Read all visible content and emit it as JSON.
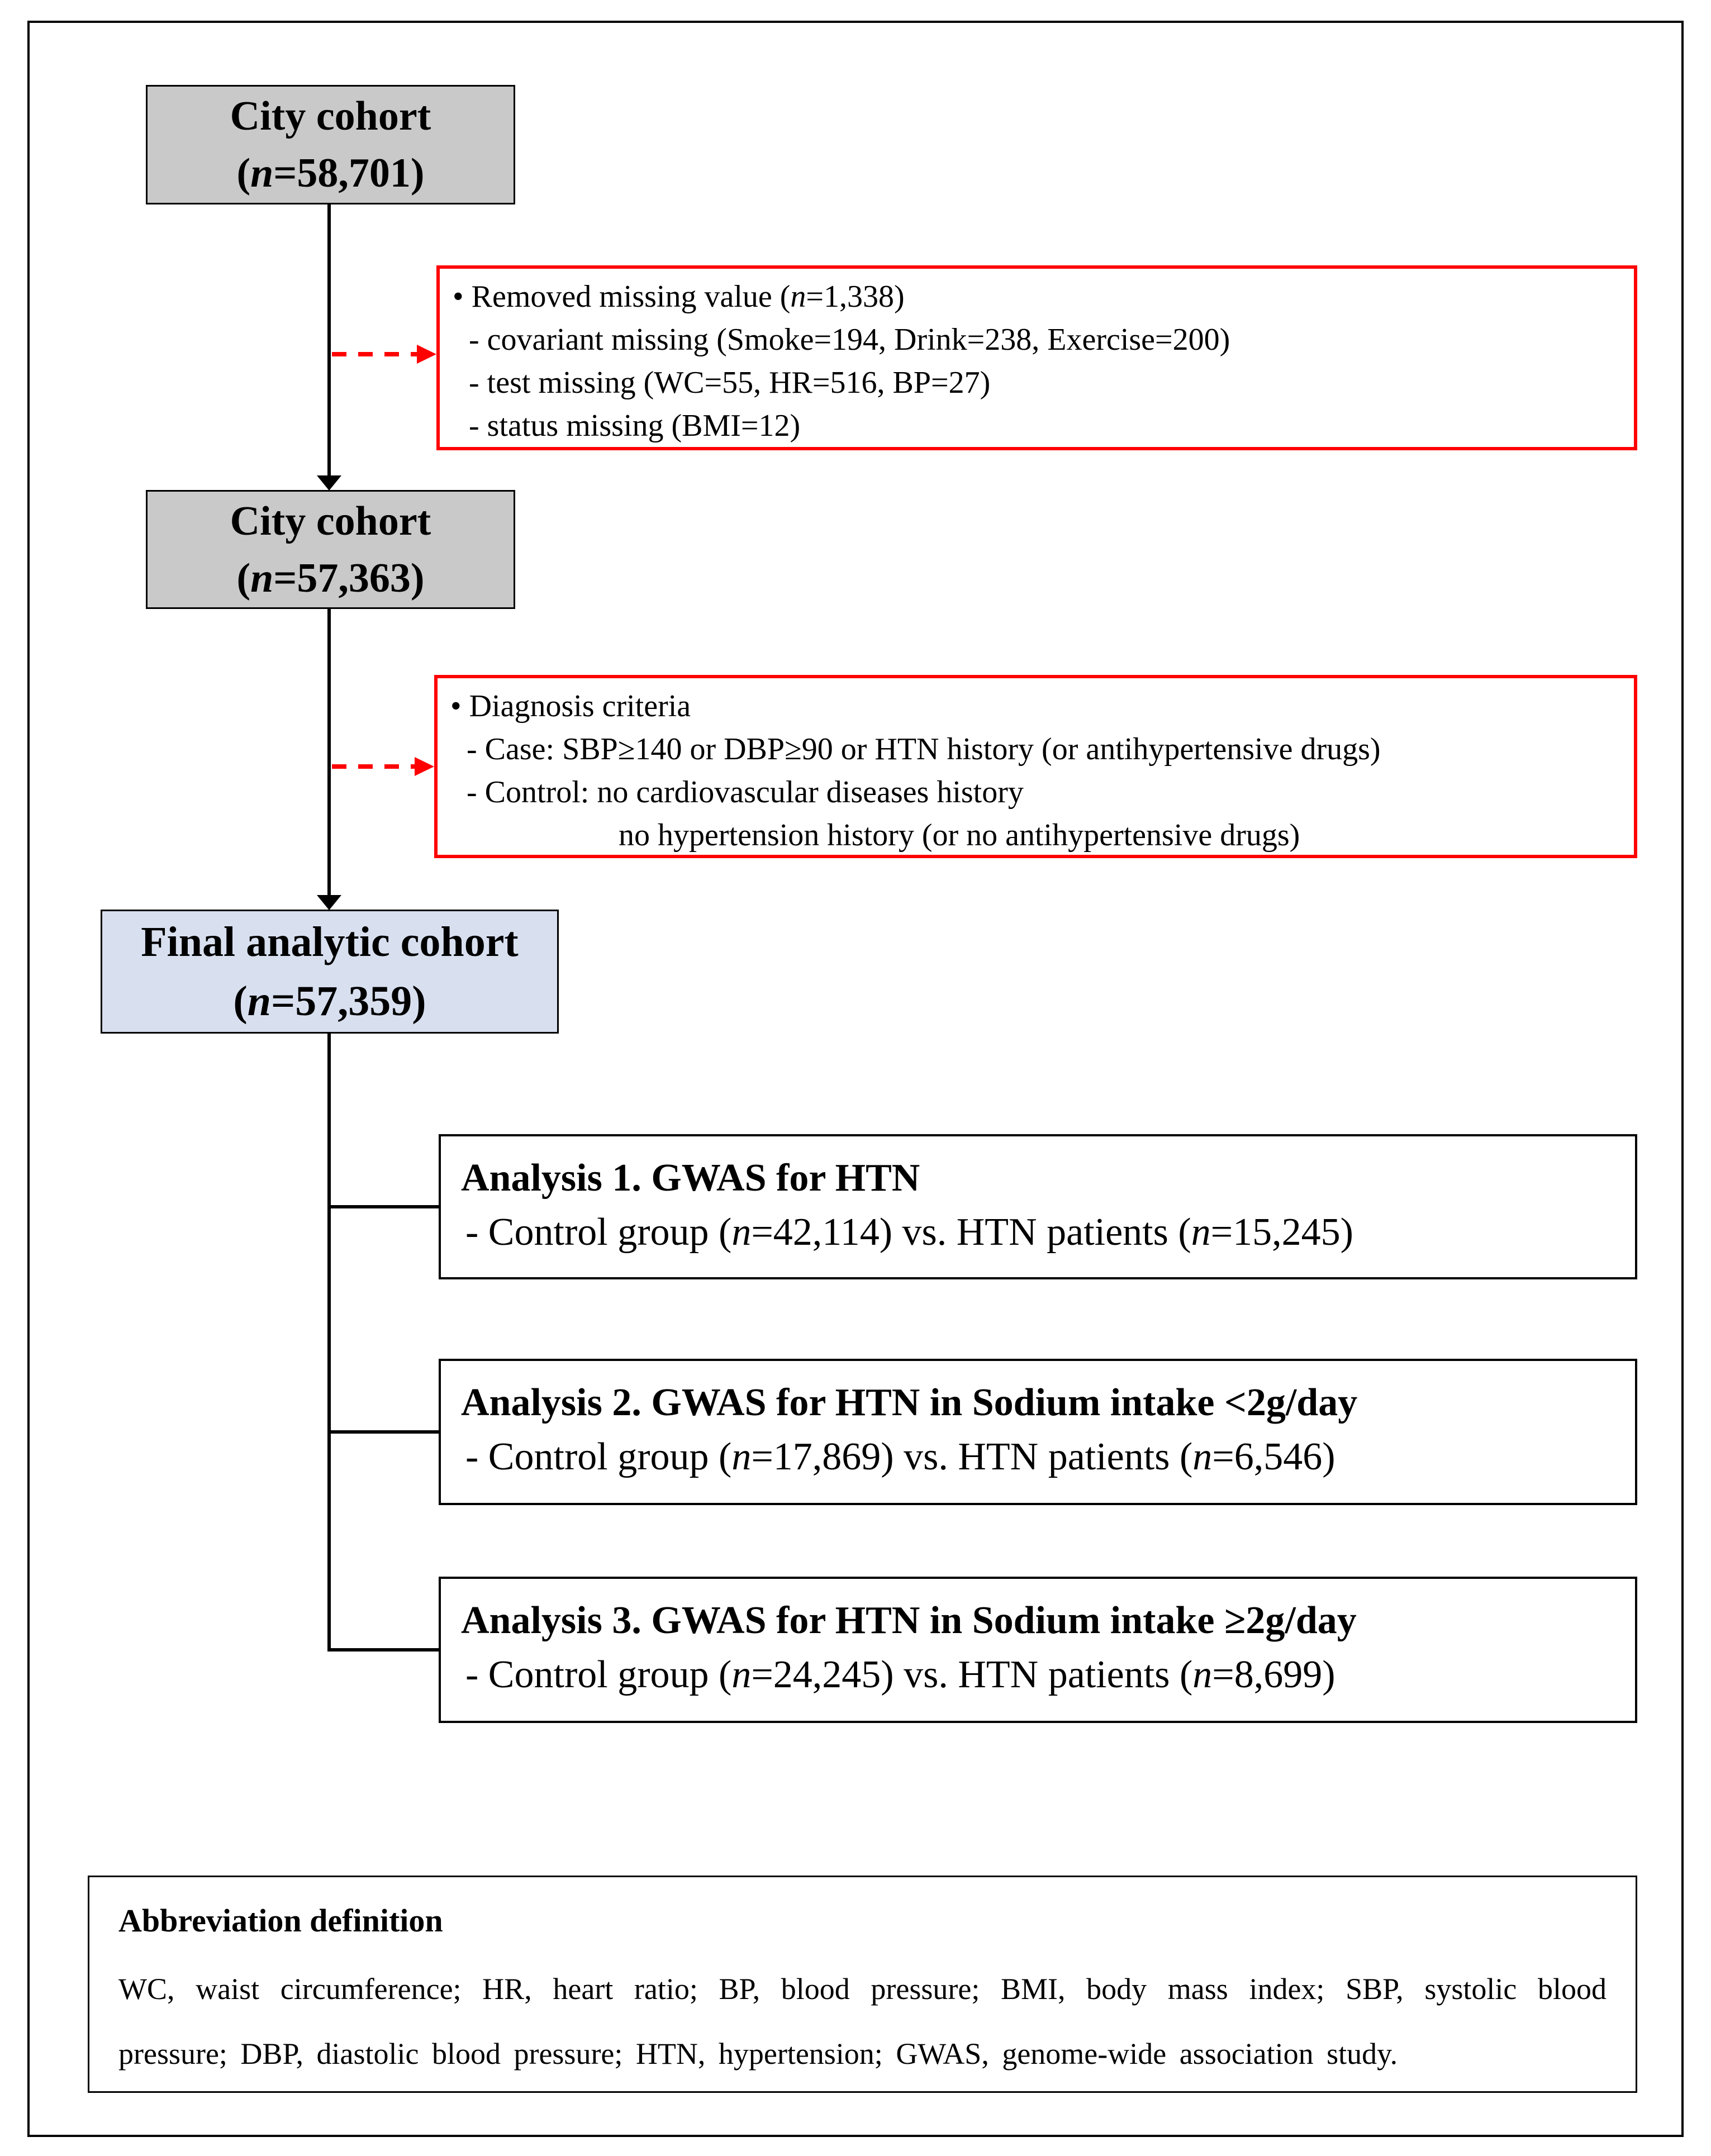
{
  "colors": {
    "cohort_box_fill": "#c9c9c9",
    "final_box_fill": "#d8e0f0",
    "exclusion_border": "#ff0000",
    "line_color": "#000000"
  },
  "cohort1": {
    "title": "City cohort",
    "n": [
      "(",
      "n",
      "=58,701)"
    ]
  },
  "cohort2": {
    "title": "City cohort",
    "n": [
      "(",
      "n",
      "=57,363)"
    ]
  },
  "final": {
    "title": "Final analytic cohort",
    "n": [
      "(",
      "n",
      "=57,359)"
    ]
  },
  "exclusion1": {
    "l1": [
      "• Removed missing value (",
      "n",
      "=1,338)"
    ],
    "l2": "- covariant missing (Smoke=194, Drink=238, Exercise=200)",
    "l3": "- test missing (WC=55, HR=516, BP=27)",
    "l4": "- status missing (BMI=12)"
  },
  "exclusion2": {
    "l1": "• Diagnosis criteria",
    "l2": "- Case: SBP≥140 or DBP≥90 or HTN history (or antihypertensive drugs)",
    "l3": "- Control: no cardiovascular diseases history",
    "l4": "no hypertension history (or no antihypertensive drugs)"
  },
  "analysis1": {
    "title": "Analysis 1. GWAS for HTN",
    "detail": [
      "- Control group (",
      "n",
      "=42,114) vs. HTN patients (",
      "n",
      "=15,245)"
    ]
  },
  "analysis2": {
    "title": "Analysis 2. GWAS for HTN in Sodium intake <2g/day",
    "detail": [
      "- Control group (",
      "n",
      "=17,869) vs. HTN patients (",
      "n",
      "=6,546)"
    ]
  },
  "analysis3": {
    "title": "Analysis 3. GWAS for HTN in Sodium intake ≥2g/day",
    "detail": [
      "- Control group (",
      "n",
      "=24,245) vs. HTN patients (",
      "n",
      "=8,699)"
    ]
  },
  "abbrev": {
    "title": "Abbreviation definition",
    "line1": "WC, waist circumference; HR, heart ratio; BP, blood pressure; BMI, body mass index; SBP, systolic blood",
    "line2": "pressure; DBP, diastolic blood pressure; HTN, hypertension; GWAS, genome-wide association study."
  }
}
